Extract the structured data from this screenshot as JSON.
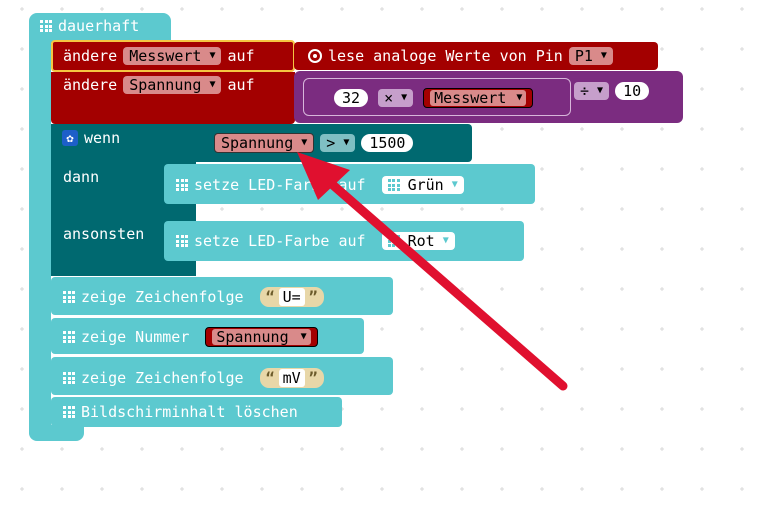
{
  "event_block": {
    "label": "dauerhaft"
  },
  "set_messwert": {
    "prefix": "ändere",
    "variable": "Messwert",
    "suffix": "auf",
    "reader_label": "lese analoge Werte von Pin",
    "pin": "P1"
  },
  "set_spannung": {
    "prefix": "ändere",
    "variable": "Spannung",
    "suffix": "auf",
    "multiply_value": "32",
    "multiply_op": "×",
    "multiply_var": "Messwert",
    "divide_op": "÷",
    "divide_value": "10"
  },
  "if_block": {
    "if_label": "wenn",
    "variable": "Spannung",
    "compare_op": ">",
    "compare_value": "1500",
    "then_label": "dann",
    "else_label": "ansonsten",
    "then_action": "setze LED-Farbe auf",
    "then_color": "Grün",
    "else_action": "setze LED-Farbe auf",
    "else_color": "Rot"
  },
  "show_string_1": {
    "label": "zeige Zeichenfolge",
    "value": "U="
  },
  "show_number": {
    "label": "zeige Nummer",
    "variable": "Spannung"
  },
  "show_string_2": {
    "label": "zeige Zeichenfolge",
    "value": "mV"
  },
  "clear_screen": {
    "label": "Bildschirminhalt löschen"
  },
  "quote_open": "“",
  "quote_close": "”",
  "colors": {
    "event": "#5cc9cf",
    "variables": "#a30000",
    "math": "#7b2c80",
    "logic": "#006970",
    "led": "#5cc9cf",
    "text": "#e8d7a8",
    "arrow": "#e0102f"
  }
}
